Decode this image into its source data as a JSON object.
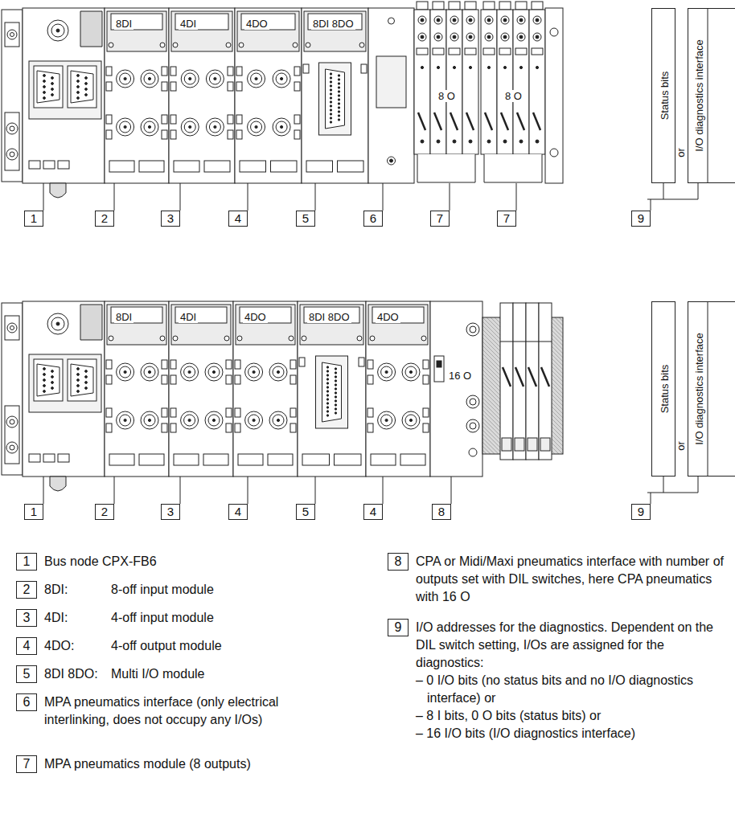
{
  "diagram": {
    "nodes": [
      {
        "text": [
          "Status bits"
        ]
      },
      {
        "text": [
          "I/O diagnostics interface"
        ]
      },
      {
        "text": [
          "Status bits"
        ]
      },
      {
        "text": [
          "I/O diagnostics interface"
        ]
      }
    ],
    "labels": [
      "8DI",
      "4DI",
      "4DO",
      "8DI 8DO",
      "8 O",
      "8 O",
      "or",
      "1",
      "2",
      "3",
      "4",
      "5",
      "6",
      "7",
      "7",
      "9",
      "8DI",
      "4DI",
      "4DO",
      "8DI 8DO",
      "4DO",
      "16 O",
      "or",
      "1",
      "2",
      "3",
      "4",
      "5",
      "4",
      "8",
      "9",
      "1",
      "Bus node CPX-FB6",
      "2",
      "8DI:",
      "8-off input module",
      "3",
      "4DI:",
      "4-off input module",
      "4",
      "4DO:",
      "4-off output module",
      "5",
      "8DI 8DO:",
      "Multi I/O module",
      "6",
      "MPA pneumatics interface (only electrical interlinking, does not occupy any I/Os)",
      "7",
      "MPA pneumatics module (8 outputs)",
      "8",
      "CPA or Midi/Maxi pneumatics interface with number of outputs set with DIL switches, here CPA pneumatics with 16 O",
      "9",
      "I/O addresses for the diagnostics. Dependent on the DIL switch setting, I/Os are assigned for the diagnostics:",
      "– 0 I/O bits (no status bits and no I/O diagnostics interface) or",
      "– 8 I bits, 0 O bits (status bits) or",
      "– 16 I/O bits (I/O diagnostics interface)"
    ]
  }
}
